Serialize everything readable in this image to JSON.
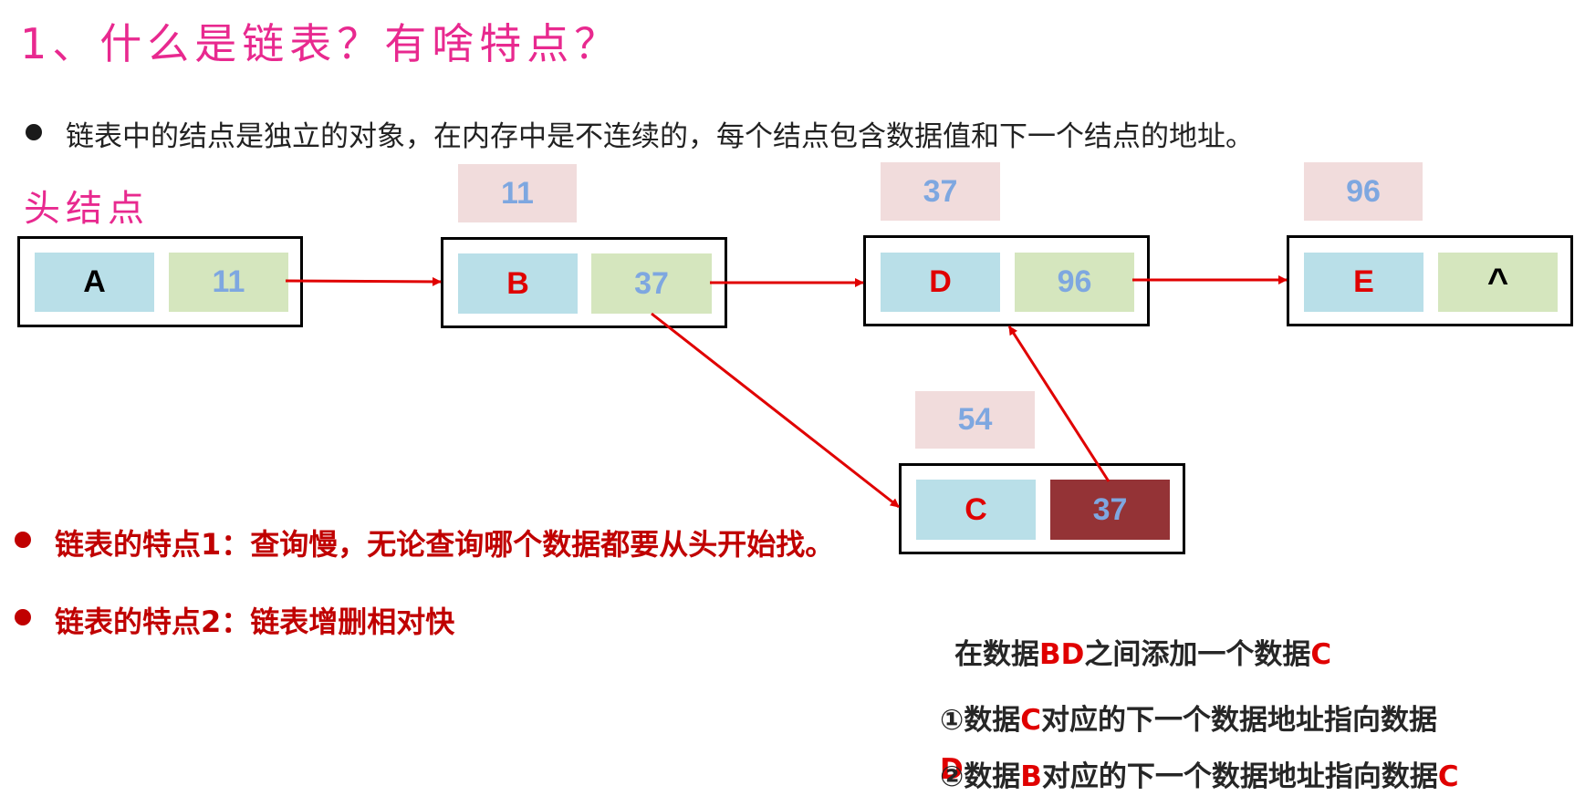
{
  "title": "1、什么是链表？有啥特点？",
  "intro": "链表中的结点是独立的对象，在内存中是不连续的，每个结点包含数据值和下一个结点的地址。",
  "head_label": "头结点",
  "nodes": {
    "A": {
      "data": "A",
      "next": "11",
      "data_color": "#000000"
    },
    "B": {
      "data": "B",
      "next": "37",
      "addr": "11",
      "data_color": "#e00000"
    },
    "D": {
      "data": "D",
      "next": "96",
      "addr": "37",
      "data_color": "#e00000"
    },
    "E": {
      "data": "E",
      "next": "^",
      "addr": "96",
      "data_color": "#e00000"
    },
    "C": {
      "data": "C",
      "next": "37",
      "addr": "54",
      "data_color": "#e00000"
    }
  },
  "features": [
    "链表的特点1：查询慢，无论查询哪个数据都要从头开始找。",
    "链表的特点2：链表增删相对快"
  ],
  "insert_note": {
    "p1": "在数据",
    "p2": "BD",
    "p3": "之间添加一个数据",
    "p4": "C"
  },
  "step1": {
    "p1": "①数据",
    "p2": "C",
    "p3": "对应的下一个数据地址指向数据"
  },
  "step2": {
    "overlap": "D",
    "p1": "②数据",
    "p2": "B",
    "p3": "对应的下一个数据地址指向数据",
    "p4": "C"
  },
  "colors": {
    "pink_title": "#e8298f",
    "feature_red": "#c00000",
    "highlight_red": "#e00000",
    "arrow_red": "#e00000",
    "data_cell": "#b9dfe8",
    "pointer_cell": "#d5e6be",
    "addr_box": "#f1dcdc",
    "addr_text": "#7ea7e0",
    "modified_pointer": "#943336"
  }
}
